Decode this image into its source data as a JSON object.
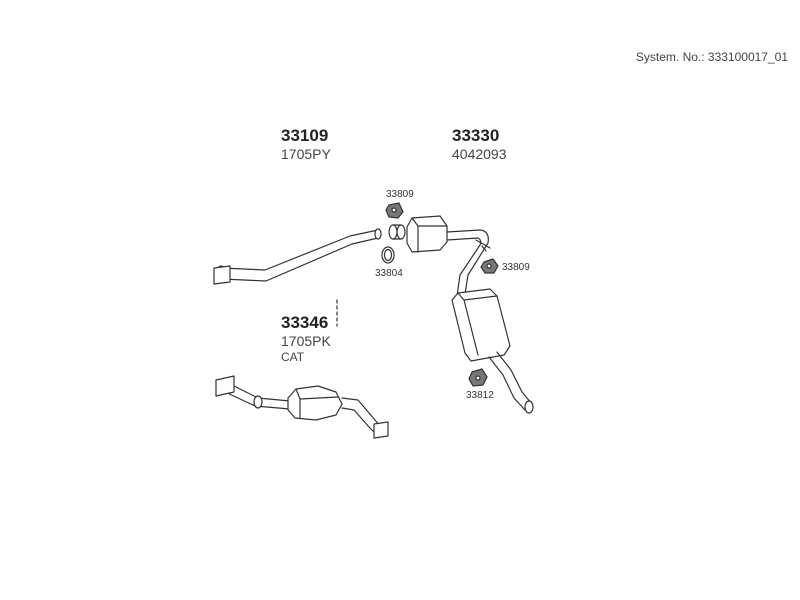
{
  "system_no": "System. No.: 333100017_01",
  "parts": {
    "p33109": {
      "number": "33109",
      "ref": "1705PY"
    },
    "p33330": {
      "number": "33330",
      "ref": "4042093"
    },
    "p33346": {
      "number": "33346",
      "ref": "1705PK",
      "note": "CAT"
    }
  },
  "labels": {
    "l33809a": "33809",
    "l33804": "33804",
    "l33809b": "33809",
    "l33812": "33812"
  }
}
